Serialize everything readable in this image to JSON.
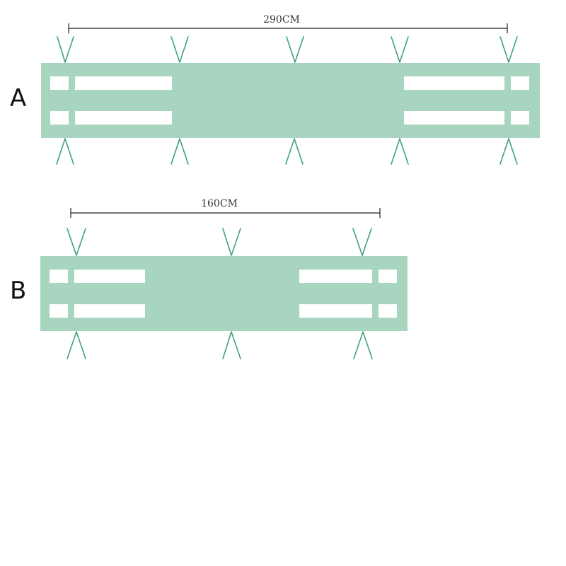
{
  "colors": {
    "panel": "#a8d5c0",
    "slot": "#ffffff",
    "stake": "#3fa27a",
    "dimension_line": "#222222",
    "text": "#111111"
  },
  "panels": [
    {
      "label": "A",
      "dimension": "290CM",
      "stakes_per_side": 5,
      "long_slots_per_end": 2
    },
    {
      "label": "B",
      "dimension": "160CM",
      "stakes_per_side": 3,
      "long_slots_per_end": 2
    }
  ]
}
